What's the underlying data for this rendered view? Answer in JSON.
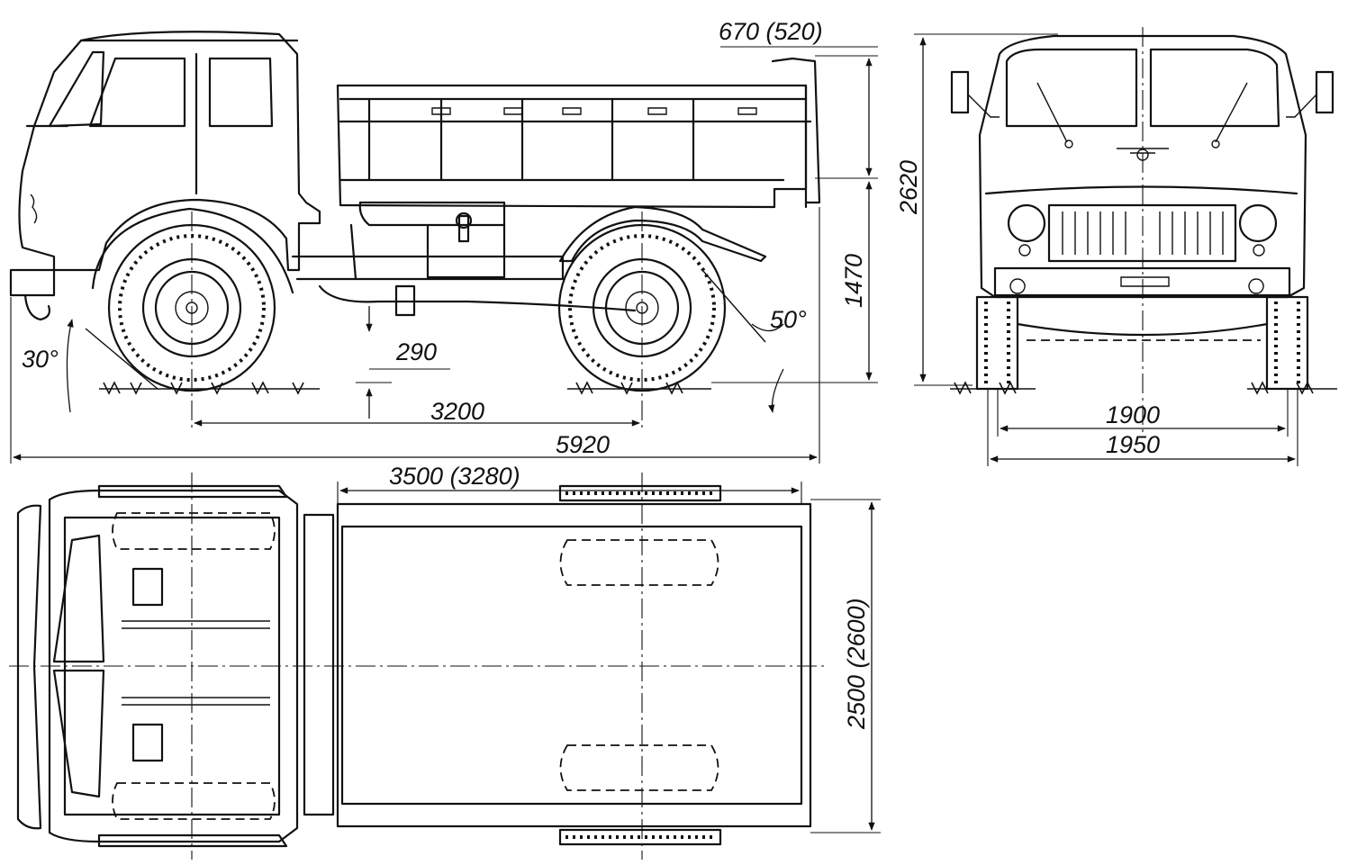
{
  "dimensions": {
    "roof_to_body": "670 (520)",
    "body_height": "1470",
    "overall_height": "2620",
    "ground_clearance": "290",
    "wheelbase": "3200",
    "overall_length": "5920",
    "approach_angle": "30°",
    "departure_angle": "50°",
    "track": "1900",
    "overall_width_front": "1950",
    "body_length": "3500 (3280)",
    "overall_width": "2500 (2600)"
  },
  "colors": {
    "line": "#111111",
    "background": "#ffffff"
  }
}
